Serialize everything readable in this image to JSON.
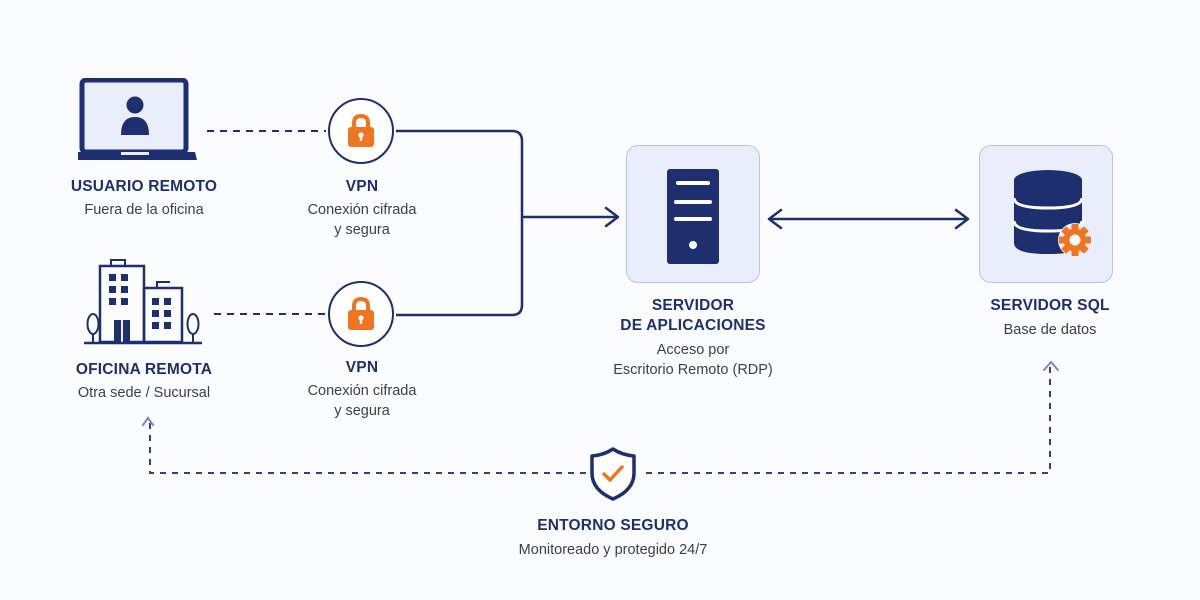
{
  "diagram": {
    "nodes": {
      "remote_user": {
        "title": "USUARIO REMOTO",
        "subtitle": "Fuera de la oficina",
        "icon": "laptop-user-icon"
      },
      "remote_office": {
        "title": "OFICINA REMOTA",
        "subtitle": "Otra sede / Sucursal",
        "icon": "office-building-icon"
      },
      "vpn_top": {
        "title": "VPN",
        "subtitle_line1": "Conexión cifrada",
        "subtitle_line2": "y segura",
        "icon": "padlock-icon"
      },
      "vpn_bottom": {
        "title": "VPN",
        "subtitle_line1": "Conexión cifrada",
        "subtitle_line2": "y segura",
        "icon": "padlock-icon"
      },
      "app_server": {
        "title_line1": "SERVIDOR",
        "title_line2": "DE APLICACIONES",
        "subtitle_line1": "Acceso por",
        "subtitle_line2": "Escritorio Remoto (RDP)",
        "icon": "server-tower-icon"
      },
      "sql_server": {
        "title": "SERVIDOR SQL",
        "subtitle": "Base de datos",
        "icon": "database-gear-icon"
      },
      "secure_env": {
        "title": "ENTORNO SEGURO",
        "subtitle": "Monitoreado y protegido 24/7",
        "icon": "shield-check-icon"
      }
    },
    "edges": [
      {
        "from": "remote_user",
        "to": "vpn_top",
        "style": "dashed"
      },
      {
        "from": "remote_office",
        "to": "vpn_bottom",
        "style": "dashed"
      },
      {
        "from": "vpn_top",
        "to": "app_server",
        "style": "solid",
        "arrow": "end"
      },
      {
        "from": "vpn_bottom",
        "to": "app_server",
        "style": "solid",
        "arrow": "end"
      },
      {
        "from": "app_server",
        "to": "sql_server",
        "style": "solid",
        "arrow": "both"
      },
      {
        "from": "secure_env",
        "to": "remote_office",
        "style": "dashed",
        "arrow": "end"
      },
      {
        "from": "secure_env",
        "to": "sql_server",
        "style": "dashed",
        "arrow": "end"
      }
    ],
    "colors": {
      "primary": "#1d2f6f",
      "accent": "#f07522",
      "box_fill": "#e9eefa",
      "box_border": "#b9c5e6",
      "dashed_arrow": "#7a88b8",
      "text": "#3b3f4a"
    }
  }
}
